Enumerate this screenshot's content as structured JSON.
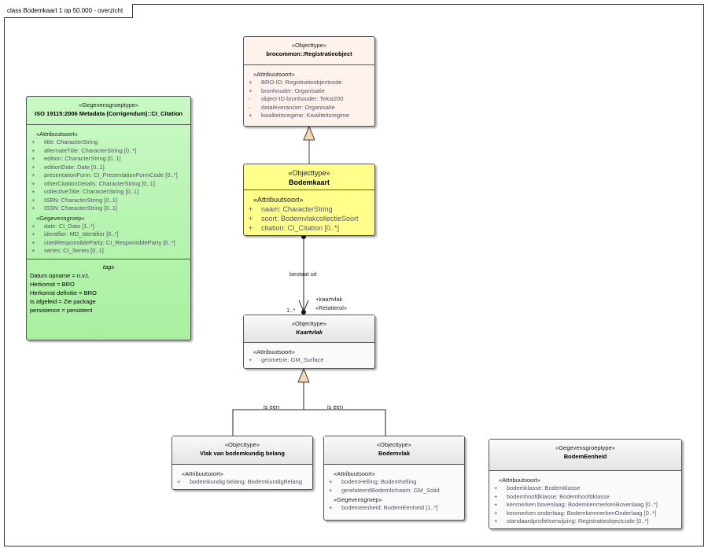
{
  "frame_title": "class Bodemkaart 1 op 50.000 - overzicht",
  "classes": {
    "citation": {
      "stereotype": "«Gegevensgroeptype»",
      "name": "ISO 19115:2006 Metadata (Corrigendum)::CI_Citation",
      "sections": [
        {
          "label": "«Attribuutsoort»",
          "items": [
            {
              "v": "+",
              "t": "title: CharacterString"
            },
            {
              "v": "+",
              "t": "alternateTitle: CharacterString [0..*]"
            },
            {
              "v": "+",
              "t": "edition: CharacterString [0..1]"
            },
            {
              "v": "+",
              "t": "editionDate: Date [0..1]"
            },
            {
              "v": "+",
              "t": "presentationForm: CI_PresentationFormCode [0..*]"
            },
            {
              "v": "+",
              "t": "otherCitationDetails: CharacterString [0..1]"
            },
            {
              "v": "+",
              "t": "collectiveTitle: CharacterString [0..1]"
            },
            {
              "v": "+",
              "t": "ISBN: CharacterString [0..1]"
            },
            {
              "v": "+",
              "t": "ISSN: CharacterString [0..1]"
            }
          ]
        },
        {
          "label": "«Gegevensgroep»",
          "items": [
            {
              "v": "+",
              "t": "date: CI_Date [1..*]"
            },
            {
              "v": "+",
              "t": "identifier: MD_Identifier [0..*]"
            },
            {
              "v": "+",
              "t": "citedResponsibleParty: CI_ResponsibleParty [0..*]"
            },
            {
              "v": "+",
              "t": "series: CI_Series [0..1]"
            }
          ]
        }
      ],
      "tags_title": "tags",
      "tags": [
        "Datum opname = n.v.t.",
        "Herkomst = BRO",
        "Herkomst definitie = BRO",
        "Is afgeleid = Zie package",
        "persistence = persistent"
      ]
    },
    "registratieobject": {
      "stereotype": "«Objecttype»",
      "name": "brocommon::Registratieobject",
      "sections": [
        {
          "label": "«Attribuutsoort»",
          "items": [
            {
              "v": "+",
              "t": "BRO-ID: Registratieobjectcode"
            },
            {
              "v": "+",
              "t": "bronhouder: Organisatie"
            },
            {
              "v": "-",
              "t": "object-ID bronhouder: Tekst200"
            },
            {
              "v": "-",
              "t": "dataleverancier: Organisatie"
            },
            {
              "v": "+",
              "t": "kwaliteitsregime: Kwaliteitsregime"
            }
          ]
        }
      ]
    },
    "bodemkaart": {
      "stereotype": "«Objecttype»",
      "name": "Bodemkaart",
      "sections": [
        {
          "label": "«Attribuutsoort»",
          "items": [
            {
              "v": "+",
              "t": "naam: CharacterString"
            },
            {
              "v": "+",
              "t": "soort: BodemvlakcollectieSoort"
            },
            {
              "v": "+",
              "t": "citation: CI_Citation [0..*]"
            }
          ]
        }
      ]
    },
    "kaartvlak": {
      "stereotype": "«Objecttype»",
      "name": "Kaartvlak",
      "sections": [
        {
          "label": "«Attribuutsoort»",
          "items": [
            {
              "v": "+",
              "t": "geometrie: GM_Surface"
            }
          ]
        }
      ]
    },
    "vlak": {
      "stereotype": "«Objecttype»",
      "name": "Vlak van bodemkundig belang",
      "sections": [
        {
          "label": "«Attribuutsoort»",
          "items": [
            {
              "v": "+",
              "t": "bodemkundig belang: BodemkundigBelang"
            }
          ]
        }
      ]
    },
    "bodemvlak": {
      "stereotype": "«Objecttype»",
      "name": "Bodemvlak",
      "sections": [
        {
          "label": "«Attribuutsoort»",
          "items": [
            {
              "v": "+",
              "t": "bodemHelling: Bodemhelling"
            },
            {
              "v": "+",
              "t": "gerelateerdBodemlichaam: GM_Solid"
            }
          ]
        },
        {
          "label": "«Gegevensgroep»",
          "items": [
            {
              "v": "+",
              "t": "bodemeenheid: BodemEenheid [1..*]"
            }
          ]
        }
      ]
    },
    "bodemeenheid": {
      "stereotype": "«Gegevensgroeptype»",
      "name": "BodemEenheid",
      "sections": [
        {
          "label": "«Attribuutsoort»",
          "items": [
            {
              "v": "+",
              "t": "bodemklasse: Bodemklasse"
            },
            {
              "v": "+",
              "t": "bodemhoofdklasse: Bodemhoofdklasse"
            },
            {
              "v": "+",
              "t": "kenmerken bovenlaag: BodemkenmerkenBovenlaag [0..*]"
            },
            {
              "v": "+",
              "t": "kenmerken onderlaag: BodemkenmerkenOnderlaag [0..*]"
            },
            {
              "v": "+",
              "t": "standaardprofielverwijzing: Registratieobjectcode [0..*]"
            }
          ]
        }
      ]
    }
  },
  "connectors": {
    "association_label": "bestaat uit",
    "multiplicity": "1..*",
    "role": "+kaartvlak",
    "role_stereotype": "«Relatierol»",
    "generalization_label_1": "is een",
    "generalization_label_2": "is een"
  },
  "colors": {
    "gegevensgroeptype_fill": "#b9f5b4",
    "registratieobject_fill": "#fdf2ec",
    "bodemkaart_fill": "#ffff8a",
    "objecttype_fill": "#f0f0f0",
    "generalization_arrow": "#f7d9b0"
  }
}
